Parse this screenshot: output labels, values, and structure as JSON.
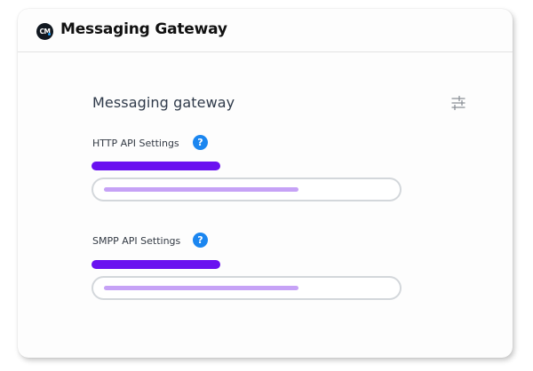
{
  "header": {
    "logo_text": "CM",
    "logo_icon": "cm-logo-icon",
    "title": "Messaging Gateway"
  },
  "section": {
    "title": "Messaging gateway",
    "settings_icon": "sliders-icon"
  },
  "fields": [
    {
      "label": "HTTP API Settings",
      "help_icon": "?",
      "value_placeholder_bar": "purple",
      "input_fill_percent": 65
    },
    {
      "label": "SMPP API Settings",
      "help_icon": "?",
      "value_placeholder_bar": "purple",
      "input_fill_percent": 65
    }
  ],
  "colors": {
    "accent_purple": "#6a11f0",
    "light_purple": "#c6a2f6",
    "help_blue": "#1b86f0",
    "input_border": "#d3d7db",
    "logo_bg": "#111820",
    "logo_dot": "#1fa3ff"
  }
}
